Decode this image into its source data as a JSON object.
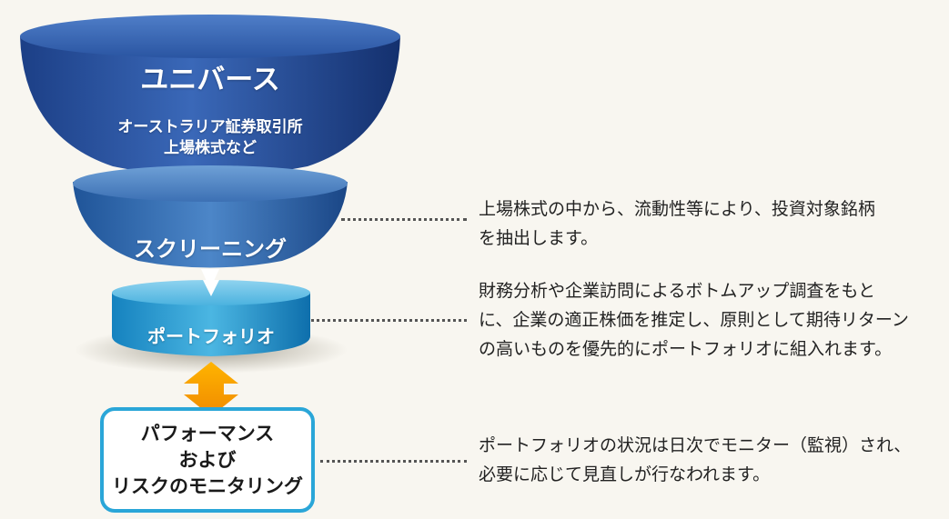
{
  "funnel": {
    "universe": {
      "title": "ユニバース",
      "subtitle_line1": "オーストラリア証券取引所",
      "subtitle_line2": "上場株式など"
    },
    "screening": {
      "title": "スクリーニング"
    },
    "portfolio": {
      "title": "ポートフォリオ"
    }
  },
  "monitoring": {
    "line1": "パフォーマンス",
    "line2": "および",
    "line3": "リスクのモニタリング"
  },
  "descriptions": {
    "screening": {
      "line1": "上場株式の中から、流動性等により、投資対象銘柄",
      "line2": "を抽出します。"
    },
    "portfolio": {
      "line1": "財務分析や企業訪問によるボトムアップ調査をもと",
      "line2": "に、企業の適正株価を推定し、原則として期待リターン",
      "line3": "の高いものを優先的にポートフォリオに組入れます。"
    },
    "monitoring": {
      "line1": "ポートフォリオの状況は日次でモニター（監視）され、",
      "line2": "必要に応じて見直しが行なわれます。"
    }
  }
}
